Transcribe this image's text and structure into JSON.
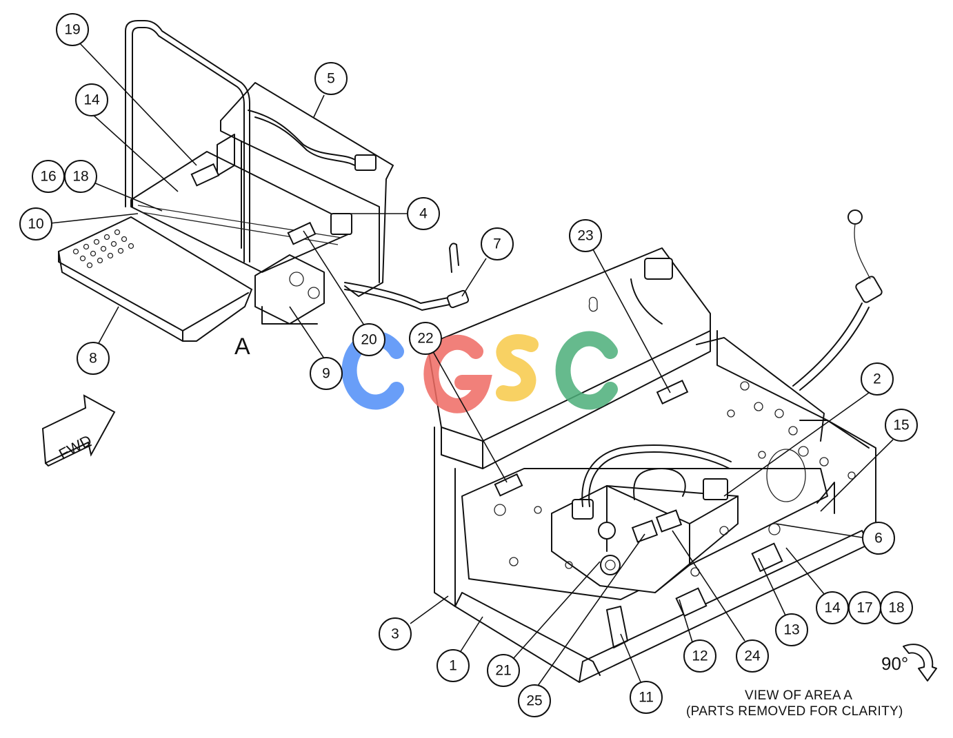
{
  "diagram": {
    "area_label": "A",
    "direction_label": "FWD",
    "rotation_label": "90°",
    "caption_line1": "VIEW OF AREA  A",
    "caption_line2": "(PARTS REMOVED FOR CLARITY)",
    "watermark_text": "CGSC",
    "watermark_colors": [
      "#4f8ef7",
      "#ef6b63",
      "#f7c948",
      "#4caf7a"
    ],
    "callouts": [
      "1",
      "2",
      "3",
      "4",
      "5",
      "6",
      "7",
      "8",
      "9",
      "10",
      "11",
      "12",
      "13",
      "14",
      "14",
      "15",
      "16",
      "17",
      "18",
      "18",
      "19",
      "20",
      "21",
      "22",
      "23",
      "24",
      "25"
    ]
  }
}
